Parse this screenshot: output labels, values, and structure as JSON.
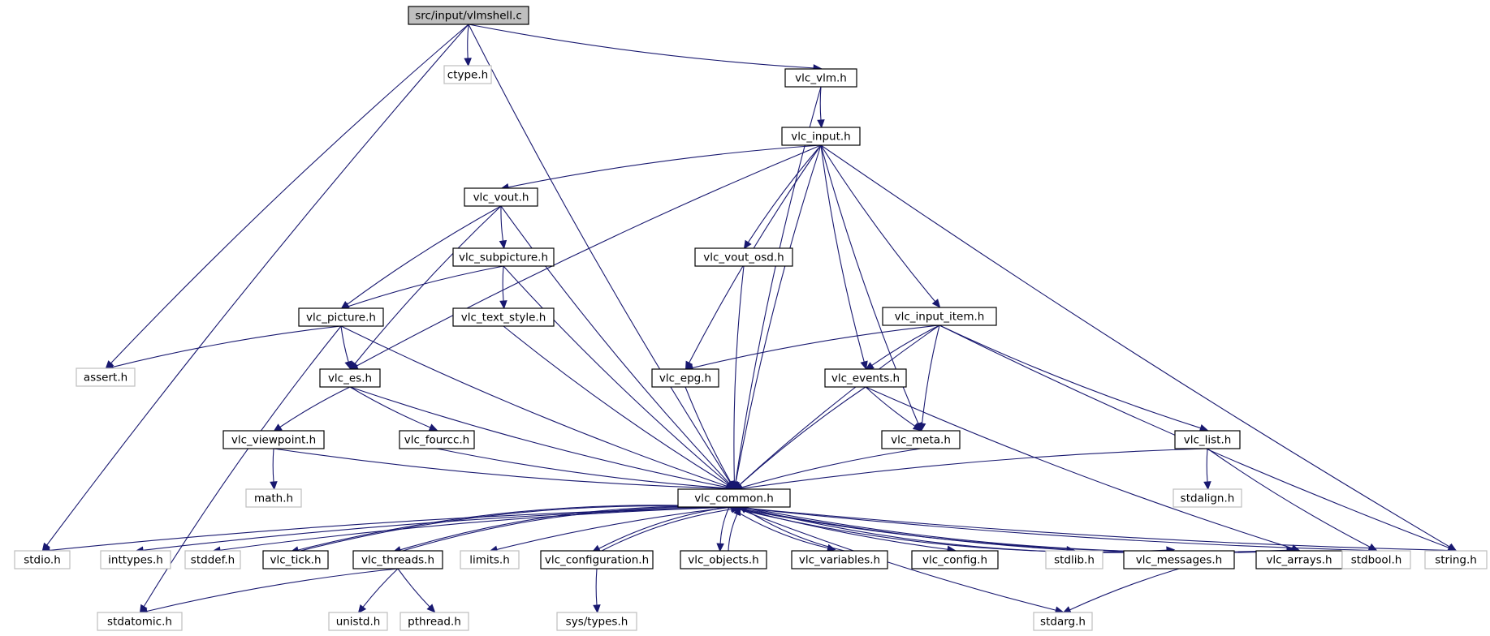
{
  "nodes": [
    {
      "id": "root",
      "label": "src/input/vlmshell.c",
      "kind": "root"
    },
    {
      "id": "ctype",
      "label": "ctype.h",
      "kind": "sys"
    },
    {
      "id": "vlm",
      "label": "vlc_vlm.h",
      "kind": "doc"
    },
    {
      "id": "input",
      "label": "vlc_input.h",
      "kind": "doc"
    },
    {
      "id": "vout",
      "label": "vlc_vout.h",
      "kind": "doc"
    },
    {
      "id": "subpic",
      "label": "vlc_subpicture.h",
      "kind": "doc"
    },
    {
      "id": "voutosd",
      "label": "vlc_vout_osd.h",
      "kind": "doc"
    },
    {
      "id": "picture",
      "label": "vlc_picture.h",
      "kind": "doc"
    },
    {
      "id": "textstyle",
      "label": "vlc_text_style.h",
      "kind": "doc"
    },
    {
      "id": "inputitem",
      "label": "vlc_input_item.h",
      "kind": "doc"
    },
    {
      "id": "assert",
      "label": "assert.h",
      "kind": "sys"
    },
    {
      "id": "es",
      "label": "vlc_es.h",
      "kind": "doc"
    },
    {
      "id": "epg",
      "label": "vlc_epg.h",
      "kind": "doc"
    },
    {
      "id": "events",
      "label": "vlc_events.h",
      "kind": "doc"
    },
    {
      "id": "viewpoint",
      "label": "vlc_viewpoint.h",
      "kind": "doc"
    },
    {
      "id": "fourcc",
      "label": "vlc_fourcc.h",
      "kind": "doc"
    },
    {
      "id": "meta",
      "label": "vlc_meta.h",
      "kind": "doc"
    },
    {
      "id": "list",
      "label": "vlc_list.h",
      "kind": "doc"
    },
    {
      "id": "math",
      "label": "math.h",
      "kind": "sys"
    },
    {
      "id": "common",
      "label": "vlc_common.h",
      "kind": "doc"
    },
    {
      "id": "stdalign",
      "label": "stdalign.h",
      "kind": "sys"
    },
    {
      "id": "stdio",
      "label": "stdio.h",
      "kind": "sys"
    },
    {
      "id": "inttypes",
      "label": "inttypes.h",
      "kind": "sys"
    },
    {
      "id": "stddef",
      "label": "stddef.h",
      "kind": "sys"
    },
    {
      "id": "tick",
      "label": "vlc_tick.h",
      "kind": "doc"
    },
    {
      "id": "threads",
      "label": "vlc_threads.h",
      "kind": "doc"
    },
    {
      "id": "limits",
      "label": "limits.h",
      "kind": "sys"
    },
    {
      "id": "config_h",
      "label": "vlc_configuration.h",
      "kind": "doc"
    },
    {
      "id": "objects",
      "label": "vlc_objects.h",
      "kind": "doc"
    },
    {
      "id": "variables",
      "label": "vlc_variables.h",
      "kind": "doc"
    },
    {
      "id": "vconfig",
      "label": "vlc_config.h",
      "kind": "doc"
    },
    {
      "id": "stdlib",
      "label": "stdlib.h",
      "kind": "sys"
    },
    {
      "id": "messages",
      "label": "vlc_messages.h",
      "kind": "doc"
    },
    {
      "id": "arrays",
      "label": "vlc_arrays.h",
      "kind": "doc"
    },
    {
      "id": "stdbool",
      "label": "stdbool.h",
      "kind": "sys"
    },
    {
      "id": "string",
      "label": "string.h",
      "kind": "sys"
    },
    {
      "id": "stdatomic",
      "label": "stdatomic.h",
      "kind": "sys"
    },
    {
      "id": "unistd",
      "label": "unistd.h",
      "kind": "sys"
    },
    {
      "id": "pthread",
      "label": "pthread.h",
      "kind": "sys"
    },
    {
      "id": "systypes",
      "label": "sys/types.h",
      "kind": "sys"
    },
    {
      "id": "stdarg",
      "label": "stdarg.h",
      "kind": "sys"
    }
  ],
  "edges": [
    [
      "root",
      "ctype"
    ],
    [
      "root",
      "vlm"
    ],
    [
      "root",
      "assert"
    ],
    [
      "root",
      "stdio"
    ],
    [
      "root",
      "common"
    ],
    [
      "vlm",
      "input"
    ],
    [
      "vlm",
      "common"
    ],
    [
      "input",
      "vout"
    ],
    [
      "input",
      "es"
    ],
    [
      "input",
      "voutosd"
    ],
    [
      "input",
      "epg"
    ],
    [
      "input",
      "common"
    ],
    [
      "input",
      "events"
    ],
    [
      "input",
      "inputitem"
    ],
    [
      "input",
      "meta"
    ],
    [
      "input",
      "string"
    ],
    [
      "vout",
      "subpic"
    ],
    [
      "vout",
      "picture"
    ],
    [
      "vout",
      "es"
    ],
    [
      "vout",
      "common"
    ],
    [
      "subpic",
      "picture"
    ],
    [
      "subpic",
      "textstyle"
    ],
    [
      "subpic",
      "common"
    ],
    [
      "picture",
      "assert"
    ],
    [
      "picture",
      "es"
    ],
    [
      "picture",
      "stdatomic"
    ],
    [
      "picture",
      "common"
    ],
    [
      "textstyle",
      "common"
    ],
    [
      "voutosd",
      "common"
    ],
    [
      "inputitem",
      "epg"
    ],
    [
      "inputitem",
      "events"
    ],
    [
      "inputitem",
      "meta"
    ],
    [
      "inputitem",
      "common"
    ],
    [
      "inputitem",
      "list"
    ],
    [
      "inputitem",
      "string"
    ],
    [
      "es",
      "viewpoint"
    ],
    [
      "es",
      "fourcc"
    ],
    [
      "es",
      "common"
    ],
    [
      "epg",
      "common"
    ],
    [
      "events",
      "meta"
    ],
    [
      "events",
      "common"
    ],
    [
      "events",
      "arrays"
    ],
    [
      "viewpoint",
      "math"
    ],
    [
      "viewpoint",
      "common"
    ],
    [
      "fourcc",
      "common"
    ],
    [
      "meta",
      "common"
    ],
    [
      "list",
      "stdalign"
    ],
    [
      "list",
      "stdbool"
    ],
    [
      "list",
      "common"
    ],
    [
      "common",
      "stdio"
    ],
    [
      "common",
      "inttypes"
    ],
    [
      "common",
      "stddef"
    ],
    [
      "common",
      "tick"
    ],
    [
      "common",
      "threads"
    ],
    [
      "common",
      "limits"
    ],
    [
      "common",
      "config_h"
    ],
    [
      "common",
      "objects"
    ],
    [
      "common",
      "variables"
    ],
    [
      "common",
      "vconfig"
    ],
    [
      "common",
      "stdlib"
    ],
    [
      "common",
      "messages"
    ],
    [
      "common",
      "arrays"
    ],
    [
      "common",
      "stdbool"
    ],
    [
      "common",
      "string"
    ],
    [
      "common",
      "stdarg"
    ],
    [
      "tick",
      "common"
    ],
    [
      "threads",
      "common"
    ],
    [
      "config_h",
      "common"
    ],
    [
      "objects",
      "common"
    ],
    [
      "variables",
      "common"
    ],
    [
      "messages",
      "common"
    ],
    [
      "arrays",
      "common"
    ],
    [
      "threads",
      "stdatomic"
    ],
    [
      "threads",
      "unistd"
    ],
    [
      "threads",
      "pthread"
    ],
    [
      "config_h",
      "systypes"
    ],
    [
      "messages",
      "stdarg"
    ]
  ]
}
